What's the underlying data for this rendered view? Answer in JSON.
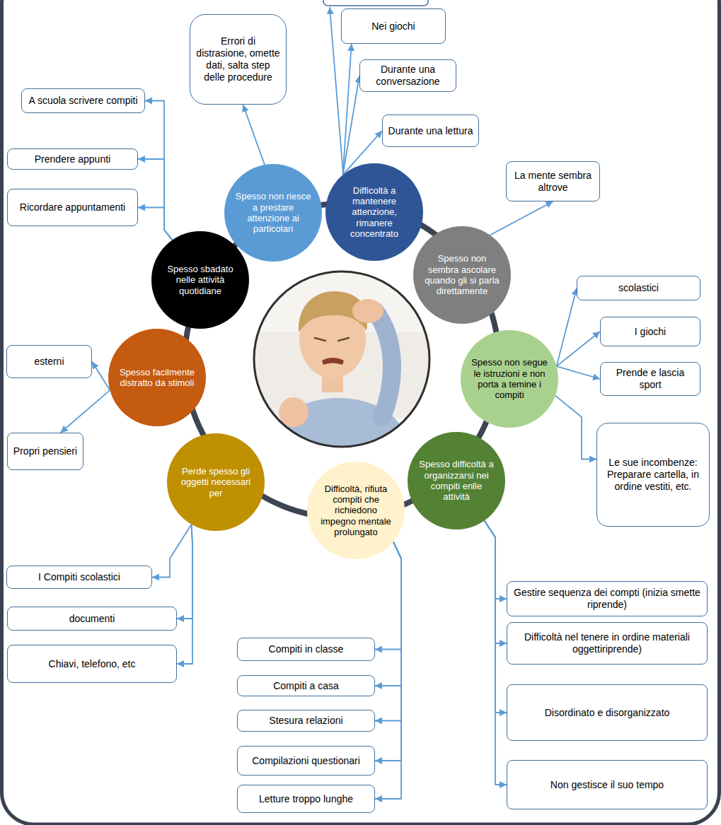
{
  "diagram": {
    "nodes": [
      {
        "text": [
          "Spesso non riesce a prestare attenzione ai particolari"
        ]
      },
      {
        "text": [
          "Errori di distrasione, omette dati, salta step delle procedure"
        ]
      },
      {
        "text": [
          "Difficoltà a mantenere attenzione, rimanere concentrato"
        ]
      },
      {
        "text": [
          "Nei giochi"
        ]
      },
      {
        "text": [
          "Durante una conversazione"
        ]
      },
      {
        "text": [
          "Durante una lettura"
        ]
      },
      {
        "text": [
          "Spesso non sembra ascolare quando gli si parla direttamente"
        ]
      },
      {
        "text": [
          "La mente sembra altrove"
        ]
      },
      {
        "text": [
          "Spesso non segue le istruzioni e non porta a temine i compiti"
        ]
      },
      {
        "text": [
          "scolastici"
        ]
      },
      {
        "text": [
          "I giochi"
        ]
      },
      {
        "text": [
          "Prende e lascia sport"
        ]
      },
      {
        "text": [
          "Le sue incombenze: Preparare cartella, in ordine vestiti, etc."
        ]
      },
      {
        "text": [
          "Spesso difficoltà a organizzarsi nei compiti enlle attività"
        ]
      },
      {
        "text": [
          "Gestire sequenza dei compti (inizia smette riprende)"
        ]
      },
      {
        "text": [
          "Difficoltà nel tenere in ordine materiali oggettiriprende)"
        ]
      },
      {
        "text": [
          "Disordinato e disorganizzato"
        ]
      },
      {
        "text": [
          "Non gestisce il suo tempo"
        ]
      },
      {
        "text": [
          "Difficoltà, rifiuta compiti che richiedono impegno mentale prolungato"
        ]
      },
      {
        "text": [
          "Compiti in classe"
        ]
      },
      {
        "text": [
          "Compiti a casa"
        ]
      },
      {
        "text": [
          "Stesura relazioni"
        ]
      },
      {
        "text": [
          "Compilazioni questionari"
        ]
      },
      {
        "text": [
          "Letture troppo lunghe"
        ]
      },
      {
        "text": [
          "Perde spesso gli oggetti necessari per"
        ]
      },
      {
        "text": [
          "I Compiti scolastici"
        ]
      },
      {
        "text": [
          "documenti"
        ]
      },
      {
        "text": [
          "Chiavi, telefono, etc"
        ]
      },
      {
        "text": [
          "Spesso facilmente distratto da stimoli"
        ]
      },
      {
        "text": [
          "esterni"
        ]
      },
      {
        "text": [
          "Propri pensieri"
        ]
      },
      {
        "text": [
          "Spesso sbadato nelle attività quotidiane"
        ]
      },
      {
        "text": [
          "A scuola scrivere compiti"
        ]
      },
      {
        "text": [
          "Prendere appunti"
        ]
      },
      {
        "text": [
          "Ricordare appuntamenti"
        ]
      }
    ],
    "edges": [
      {
        "from": 0,
        "to": 1,
        "arrow": "to"
      },
      {
        "from": 2,
        "to": 3,
        "arrow": "to"
      },
      {
        "from": 2,
        "to": 4,
        "arrow": "to"
      },
      {
        "from": 2,
        "to": 5,
        "arrow": "to"
      },
      {
        "from": 6,
        "to": 7,
        "arrow": "to"
      },
      {
        "from": 8,
        "to": 9,
        "arrow": "to"
      },
      {
        "from": 8,
        "to": 10,
        "arrow": "to"
      },
      {
        "from": 8,
        "to": 11,
        "arrow": "to"
      },
      {
        "from": 8,
        "to": 12,
        "arrow": "to"
      },
      {
        "from": 13,
        "to": 14,
        "arrow": "to"
      },
      {
        "from": 13,
        "to": 15,
        "arrow": "to"
      },
      {
        "from": 13,
        "to": 16,
        "arrow": "to"
      },
      {
        "from": 13,
        "to": 17,
        "arrow": "to"
      },
      {
        "from": 18,
        "to": 19,
        "arrow": "to"
      },
      {
        "from": 18,
        "to": 20,
        "arrow": "to"
      },
      {
        "from": 18,
        "to": 21,
        "arrow": "to"
      },
      {
        "from": 18,
        "to": 22,
        "arrow": "to"
      },
      {
        "from": 18,
        "to": 23,
        "arrow": "to"
      },
      {
        "from": 24,
        "to": 25,
        "arrow": "to"
      },
      {
        "from": 24,
        "to": 26,
        "arrow": "to"
      },
      {
        "from": 24,
        "to": 27,
        "arrow": "to"
      },
      {
        "from": 28,
        "to": 29,
        "arrow": "to"
      },
      {
        "from": 28,
        "to": 30,
        "arrow": "to"
      },
      {
        "from": 31,
        "to": 32,
        "arrow": "to"
      },
      {
        "from": 31,
        "to": 33,
        "arrow": "to"
      },
      {
        "from": 31,
        "to": 34,
        "arrow": "to"
      }
    ]
  }
}
